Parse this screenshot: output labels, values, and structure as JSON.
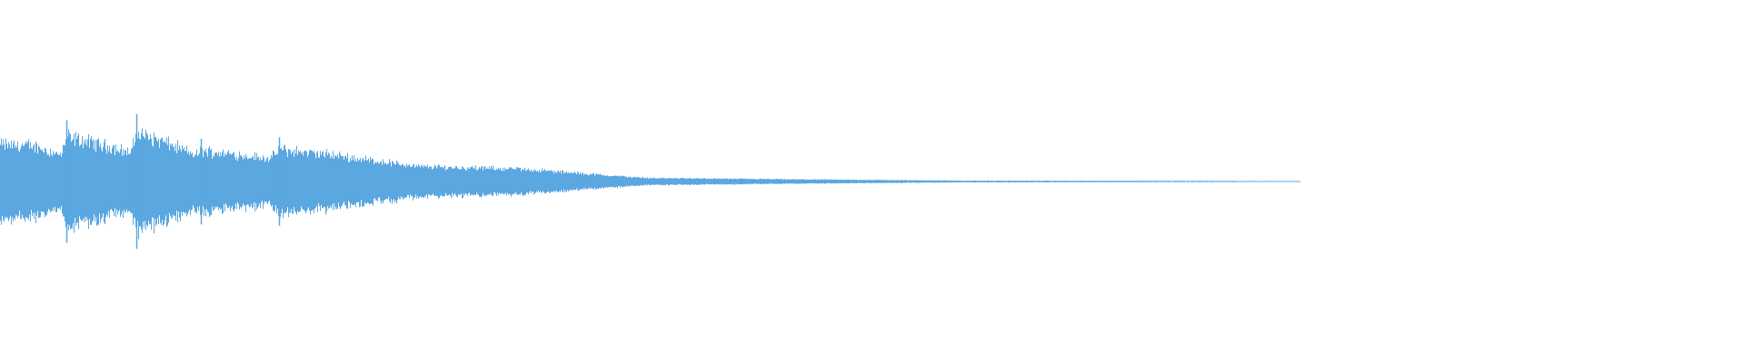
{
  "waveform": {
    "color": "#5ba7e0",
    "background": "#ffffff",
    "envelope": [
      {
        "t": 0.0,
        "a": 0.42
      },
      {
        "t": 0.02,
        "a": 0.4
      },
      {
        "t": 0.035,
        "a": 0.3
      },
      {
        "t": 0.038,
        "a": 0.5
      },
      {
        "t": 0.055,
        "a": 0.43
      },
      {
        "t": 0.075,
        "a": 0.33
      },
      {
        "t": 0.078,
        "a": 0.55
      },
      {
        "t": 0.095,
        "a": 0.44
      },
      {
        "t": 0.112,
        "a": 0.3
      },
      {
        "t": 0.115,
        "a": 0.35
      },
      {
        "t": 0.155,
        "a": 0.26
      },
      {
        "t": 0.16,
        "a": 0.36
      },
      {
        "t": 0.19,
        "a": 0.3
      },
      {
        "t": 0.24,
        "a": 0.17
      },
      {
        "t": 0.3,
        "a": 0.14
      },
      {
        "t": 0.34,
        "a": 0.08
      },
      {
        "t": 0.37,
        "a": 0.04
      },
      {
        "t": 0.45,
        "a": 0.025
      },
      {
        "t": 0.55,
        "a": 0.01
      },
      {
        "t": 0.7,
        "a": 0.006
      },
      {
        "t": 0.74,
        "a": 0.004
      },
      {
        "t": 0.745,
        "a": 0.0
      }
    ],
    "spikes": [
      0.038,
      0.078,
      0.115,
      0.16
    ]
  }
}
